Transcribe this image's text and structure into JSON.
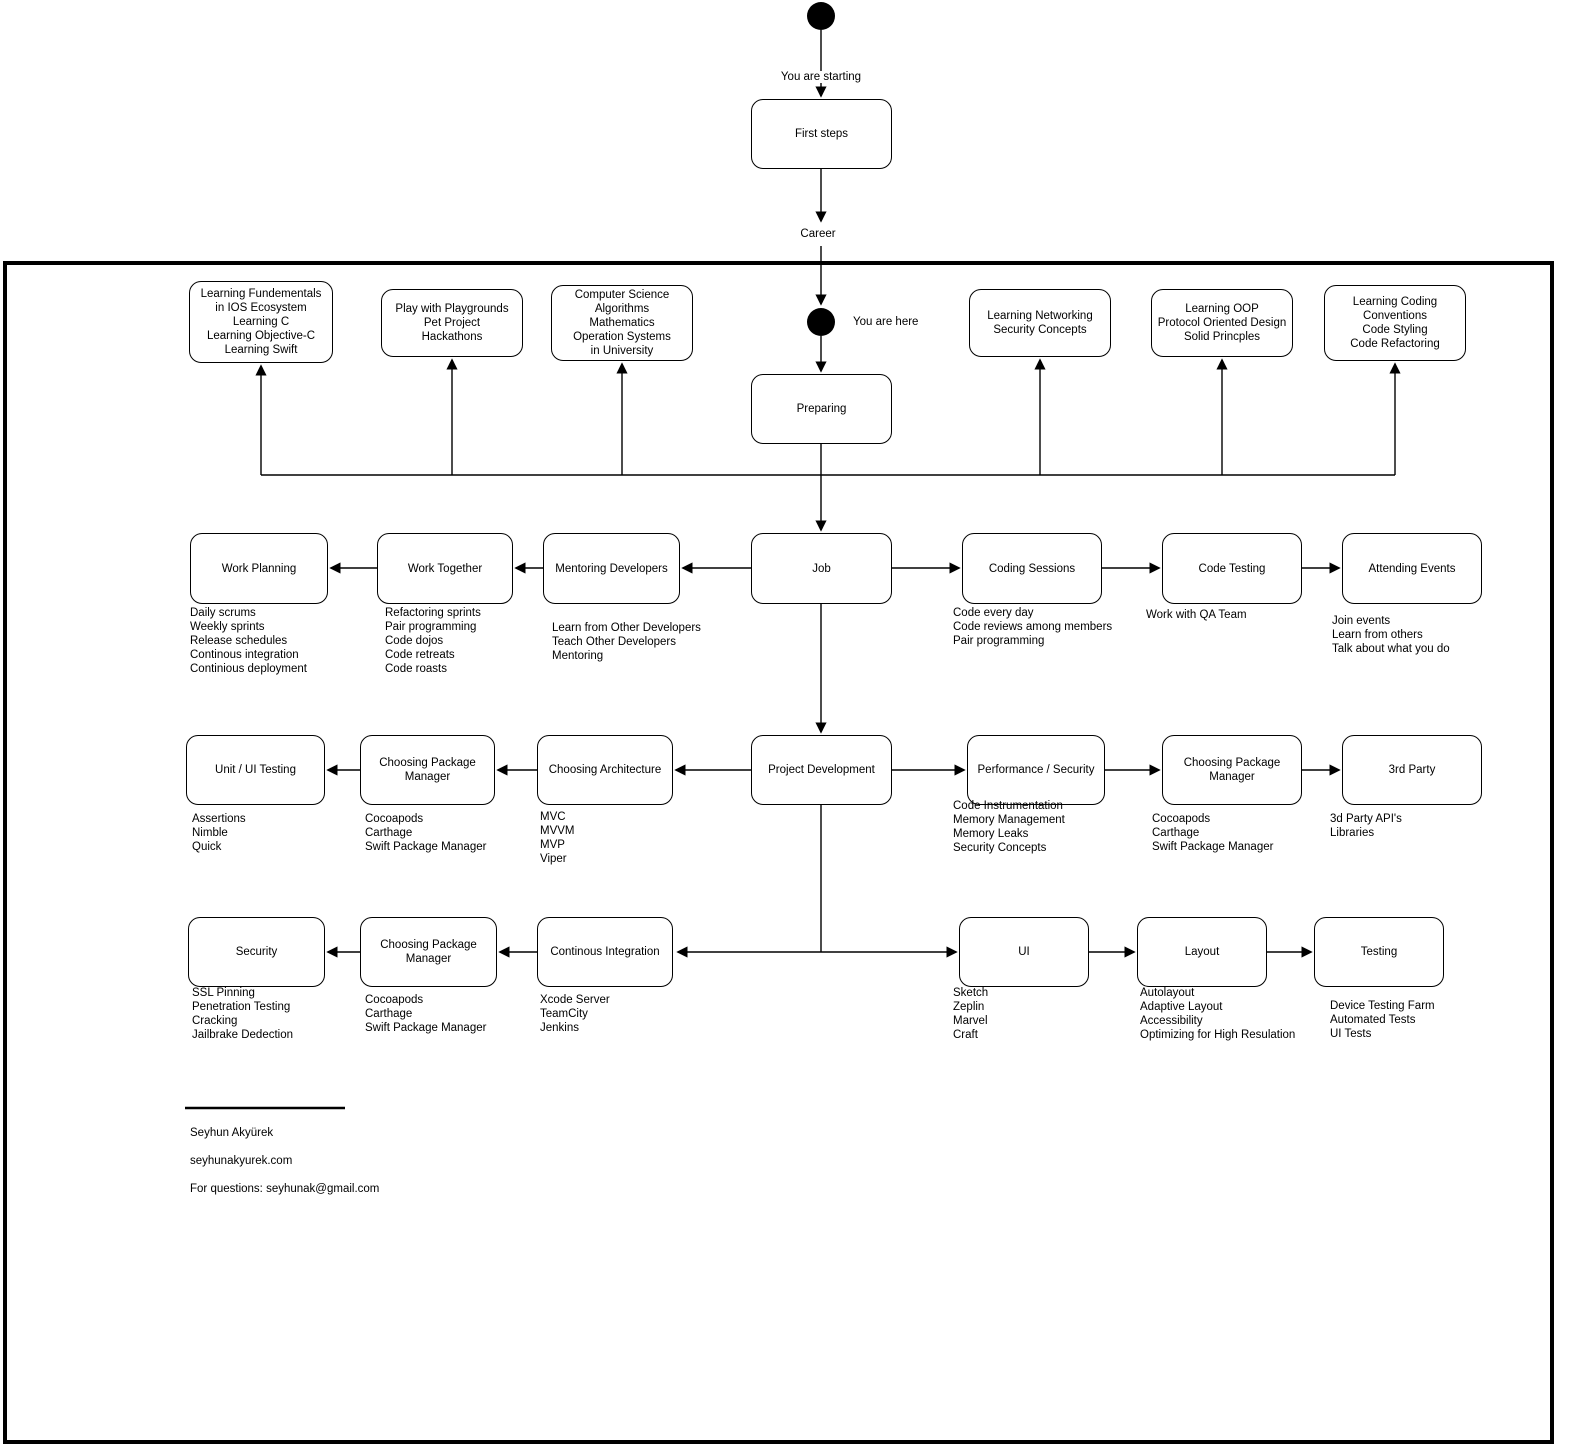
{
  "colors": {
    "line": "#000000",
    "box_border": "#000000",
    "box_fill": "#ffffff",
    "background": "#ffffff"
  },
  "intro": {
    "start_label": "You are starting",
    "first_steps_label": "First steps",
    "career_label": "Career",
    "here_label": "You are here",
    "preparing_label": "Preparing"
  },
  "preparing_topics": [
    {
      "label": "Learning Fundementals\nin IOS Ecosystem\nLearning C\nLearning Objective-C\nLearning Swift"
    },
    {
      "label": "Play with Playgrounds\nPet Project\nHackathons"
    },
    {
      "label": "Computer Science\nAlgorithms\nMathematics\nOperation Systems\nin University"
    },
    {
      "label": "Learning Networking\nSecurity Concepts"
    },
    {
      "label": "Learning OOP\nProtocol Oriented Design\nSolid Princples"
    },
    {
      "label": "Learning Coding\nConventions\nCode Styling\nCode Refactoring"
    }
  ],
  "job": {
    "label": "Job",
    "nodes": [
      {
        "label": "Work Planning",
        "notes": "Daily scrums\nWeekly sprints\nRelease schedules\nContinous integration\nContinious deployment"
      },
      {
        "label": "Work Together",
        "notes": "Refactoring sprints\nPair programming\nCode dojos\nCode retreats\nCode roasts"
      },
      {
        "label": "Mentoring Developers",
        "notes": "Learn from Other Developers\nTeach Other Developers\nMentoring"
      },
      {
        "label": "Coding Sessions",
        "notes": "Code every day\nCode reviews among members\nPair programming"
      },
      {
        "label": "Code Testing",
        "notes": "Work with QA Team"
      },
      {
        "label": "Attending Events",
        "notes": "Join events\nLearn from others\nTalk about what you do"
      }
    ]
  },
  "project_development": {
    "label": "Project Development",
    "nodes": [
      {
        "label": "Unit / UI Testing",
        "notes": "Assertions\nNimble\nQuick"
      },
      {
        "label": "Choosing Package\nManager",
        "notes": "Cocoapods\nCarthage\nSwift Package Manager"
      },
      {
        "label": "Choosing Architecture",
        "notes": "MVC\nMVVM\nMVP\nViper"
      },
      {
        "label": "Performance / Security",
        "notes": "Code Instrumentation\nMemory Management\nMemory Leaks\nSecurity Concepts"
      },
      {
        "label": "Choosing Package\nManager",
        "notes": "Cocoapods\nCarthage\nSwift Package Manager"
      },
      {
        "label": "3rd Party",
        "notes": "3d Party API's\nLibraries"
      }
    ]
  },
  "delivery": {
    "nodes": [
      {
        "label": "Security",
        "notes": "SSL Pinning\nPenetration Testing\nCracking\nJailbrake Dedection"
      },
      {
        "label": "Choosing Package\nManager",
        "notes": "Cocoapods\nCarthage\nSwift Package Manager"
      },
      {
        "label": "Continous Integration",
        "notes": "Xcode Server\nTeamCity\nJenkins"
      },
      {
        "label": "UI",
        "notes": "Sketch\nZeplin\nMarvel\nCraft"
      },
      {
        "label": "Layout",
        "notes": "Autolayout\nAdaptive Layout\nAccessibility\nOptimizing for High Resulation"
      },
      {
        "label": "Testing",
        "notes": "Device Testing Farm\nAutomated Tests\nUI Tests"
      }
    ]
  },
  "footer": {
    "author": "Seyhun Akyürek",
    "website": "seyhunakyurek.com",
    "contact": "For questions: seyhunak@gmail.com"
  }
}
